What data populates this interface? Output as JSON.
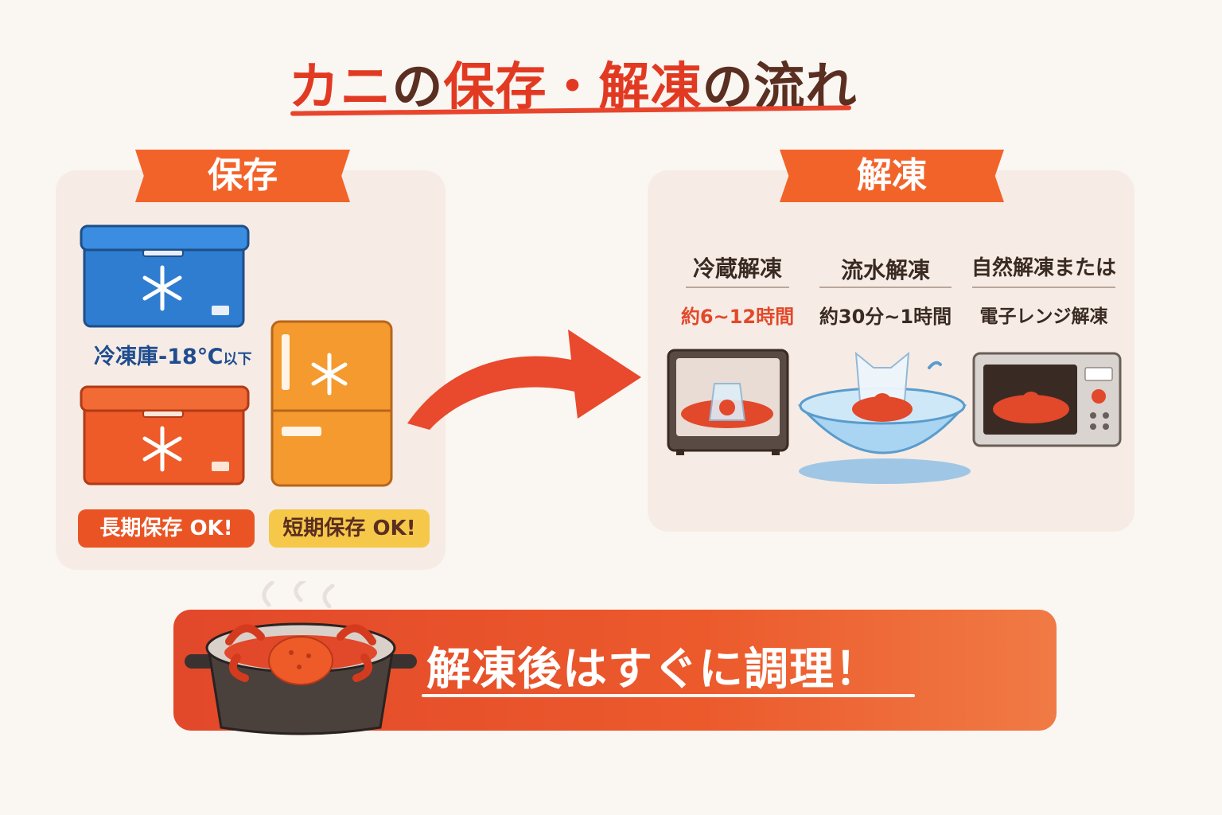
{
  "title": {
    "part1": "カニ",
    "part2": "の",
    "part3": "保存・解凍",
    "part4": "の流れ"
  },
  "storage": {
    "ribbon": "保存",
    "freezer_label": "冷凍庫-18℃",
    "freezer_label_small": "以下",
    "badge_long": "長期保存 OK!",
    "badge_short": "短期保存 OK!"
  },
  "thaw": {
    "ribbon": "解凍",
    "methods": [
      {
        "name": "冷蔵解凍",
        "time": "約6~12時間"
      },
      {
        "name": "流水解凍",
        "time": "約30分~1時間"
      },
      {
        "name": "自然解凍または",
        "time": "電子レンジ解凍"
      }
    ]
  },
  "banner": {
    "text": "解凍後はすぐに調理！"
  },
  "colors": {
    "accent_red": "#e23a22",
    "orange": "#f2632a",
    "blue": "#2e7dd1",
    "yellow": "#f6c84a",
    "brown": "#5a2e20"
  }
}
